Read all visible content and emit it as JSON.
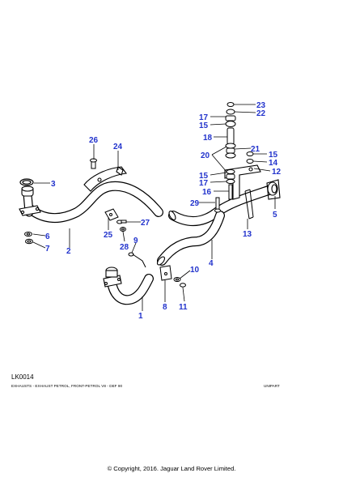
{
  "diagram": {
    "reference": "LK0014",
    "caption": "EXHAUSTS - EXHAUST PETROL, FRONT-PETROL V8 - DEF 90",
    "brand": "UNIPART",
    "copyright": "© Copyright, 2016. Jaguar Land Rover Limited.",
    "label_color": "#2233cc",
    "callouts": {
      "c1": "1",
      "c2": "2",
      "c3": "3",
      "c4": "4",
      "c5": "5",
      "c6": "6",
      "c7": "7",
      "c8": "8",
      "c9": "9",
      "c10": "10",
      "c11": "11",
      "c12": "12",
      "c13": "13",
      "c14": "14",
      "c15a": "15",
      "c15b": "15",
      "c15c": "15",
      "c16": "16",
      "c17a": "17",
      "c17b": "17",
      "c18": "18",
      "c20": "20",
      "c21": "21",
      "c22": "22",
      "c23": "23",
      "c24": "24",
      "c25": "25",
      "c26": "26",
      "c27": "27",
      "c28": "28",
      "c29": "29"
    }
  }
}
